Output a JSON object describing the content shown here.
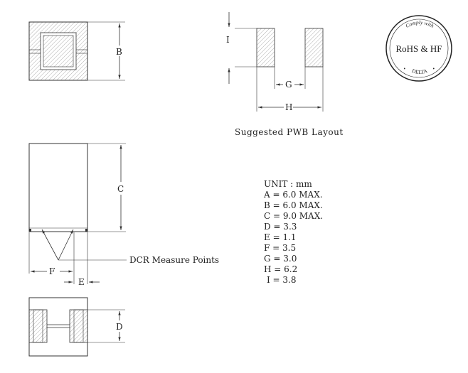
{
  "labels": {
    "dim_b": "B",
    "dim_c": "C",
    "dim_d": "D",
    "dim_e": "E",
    "dim_f": "F",
    "dim_g": "G",
    "dim_h": "H",
    "dim_i": "I"
  },
  "pwb_caption": "Suggested PWB Layout",
  "dcr_label": "DCR Measure Points",
  "badge": {
    "top_text": "Comply with",
    "main_text": "RoHS & HF",
    "bottom_text": "DELTA"
  },
  "specs": {
    "unit": "UNIT : mm",
    "lines": [
      "A = 6.0 MAX.",
      "B = 6.0 MAX.",
      "C = 9.0 MAX.",
      "D = 3.3",
      "E = 1.1",
      "F = 3.5",
      "G = 3.0",
      "H = 6.2",
      "I = 3.8"
    ]
  },
  "colors": {
    "line": "#333333",
    "hatch": "#9a9a9a"
  }
}
